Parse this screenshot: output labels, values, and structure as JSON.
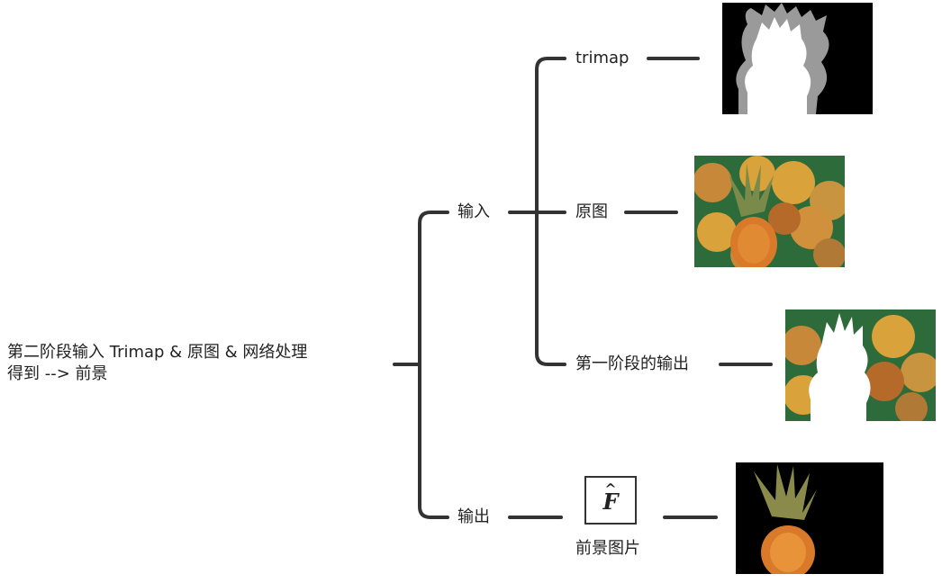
{
  "root": {
    "text": "第二阶段输入 Trimap & 原图 & 网络处理\n得到 --> 前景"
  },
  "branches": {
    "input_label": "输入",
    "output_label": "输出"
  },
  "inputs": [
    {
      "label": "trimap",
      "image": "trimap-mask-image"
    },
    {
      "label": "原图",
      "image": "pineapple-flowers-original-image"
    },
    {
      "label": "第一阶段的输出",
      "image": "stage1-masked-output-image"
    }
  ],
  "output": {
    "formula_symbol": "F",
    "formula_accent": "^",
    "caption": "前景图片",
    "image": "pineapple-foreground-on-black-image"
  },
  "colors": {
    "connector": "#333333",
    "text": "#222222",
    "background": "#ffffff",
    "trimap_bg": "#000000",
    "trimap_unknown": "#9a9a9a",
    "pineapple": "#d9792a",
    "flowers": "#d9a23a",
    "leaves": "#2e6b3a"
  }
}
